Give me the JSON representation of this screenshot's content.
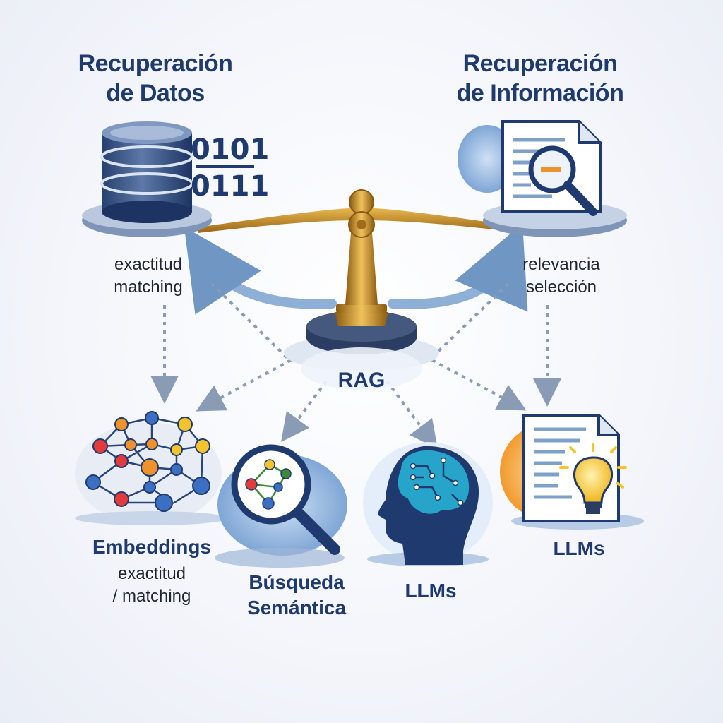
{
  "left": {
    "title_line1": "Recuperación",
    "title_line2": "de Datos",
    "binary_top": "0101",
    "binary_bottom": "0111",
    "sub_line1": "exactitud",
    "sub_line2": "matching"
  },
  "right": {
    "title_line1": "Recuperación",
    "title_line2": "de Información",
    "sub_line1": "relevancia",
    "sub_line2": "selección"
  },
  "center": {
    "label": "RAG"
  },
  "bottom": {
    "embeddings": {
      "label": "Embeddings",
      "sub_line1": "exactitud",
      "sub_line2": "/ matching"
    },
    "semantic": {
      "label_line1": "Búsqueda",
      "label_line2": "Semántica"
    },
    "llm_brain": {
      "label": "LLMs"
    },
    "llm_doc": {
      "label": "LLMs"
    }
  },
  "colors": {
    "navy": "#1f3a6e",
    "blue_arrow": "#6f95c2",
    "gold": "#c8902b",
    "orange": "#f0922b",
    "bulb": "#f5c42c"
  },
  "icons": [
    "database-icon",
    "document-search-icon",
    "balance-scale-icon",
    "network-graph-icon",
    "magnifier-graph-icon",
    "brain-head-icon",
    "document-lightbulb-icon"
  ]
}
